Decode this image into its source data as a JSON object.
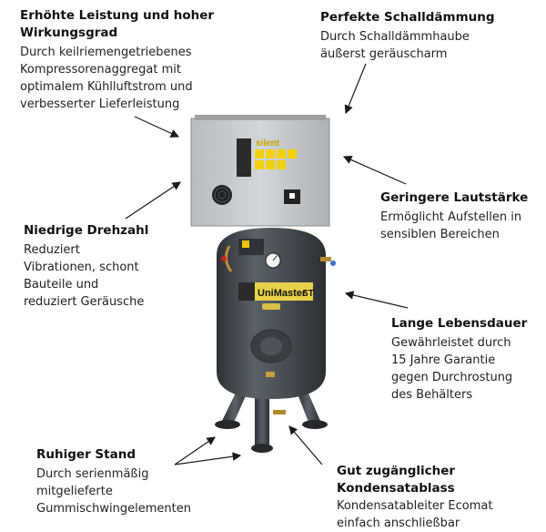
{
  "callouts": {
    "leistung": {
      "title": [
        "Erhöhte Leistung und hoher",
        "Wirkungsgrad"
      ],
      "desc": [
        "Durch keilriemengetriebenes",
        "Kompressorenaggregat mit",
        "optimalem Kühlluftstrom und",
        "verbesserter Lieferleistung"
      ]
    },
    "schall": {
      "title": [
        "Perfekte Schalldämmung"
      ],
      "desc": [
        "Durch Schalldämmhaube",
        "äußerst geräuscharm"
      ]
    },
    "lautstaerke": {
      "title": [
        "Geringere Lautstärke"
      ],
      "desc": [
        "Ermöglicht Aufstellen in",
        "sensiblen Bereichen"
      ]
    },
    "drehzahl": {
      "title": [
        "Niedrige Drehzahl"
      ],
      "desc": [
        "Reduziert",
        "Vibrationen, schont",
        "Bauteile und",
        "reduziert Geräusche"
      ]
    },
    "lebensdauer": {
      "title": [
        "Lange Lebensdauer"
      ],
      "desc": [
        "Gewährleistet durch",
        "15 Jahre Garantie",
        "gegen Durchrostung",
        "des Behälters"
      ]
    },
    "stand": {
      "title": [
        "Ruhiger Stand"
      ],
      "desc": [
        "Durch serienmäßig",
        "mitgelieferte",
        "Gummischwingelementen"
      ]
    },
    "kondensat": {
      "title": [
        "Gut zugänglicher",
        "Kondensatablass"
      ],
      "desc": [
        "Kondensatableiter Ecomat",
        "einfach anschließbar"
      ]
    }
  },
  "product_labels": {
    "hood_brand": "silent",
    "tank_brand": "UniMaster",
    "tank_suffix": "ST"
  },
  "colors": {
    "housing": "#c9cccf",
    "tank": "#4a4f55",
    "accent_yellow": "#f4d20b",
    "arrow": "#1a1a1a"
  }
}
